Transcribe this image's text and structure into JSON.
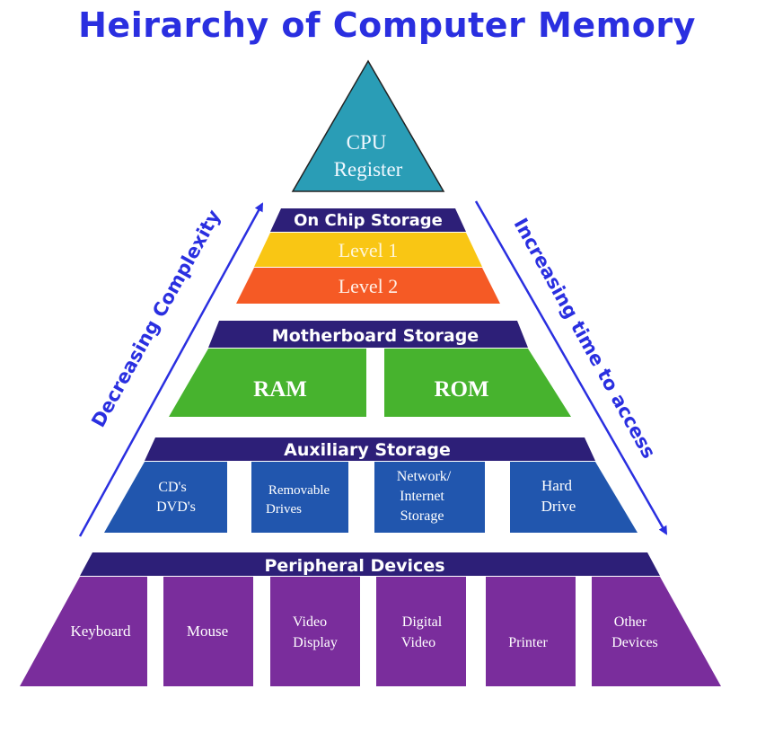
{
  "title": "Heirarchy of Computer Memory",
  "colors": {
    "title": "#2a2fe0",
    "header": "#2d1f78",
    "cpu": "#2a9db6",
    "level1": "#f9c614",
    "level2": "#f55a25",
    "motherboard": "#47b32e",
    "auxiliary": "#2156ae",
    "peripheral": "#7a2d9c",
    "arrow": "#2a2fe0"
  },
  "cpu": {
    "line1": "CPU",
    "line2": "Register"
  },
  "on_chip": {
    "header": "On Chip Storage",
    "level1": "Level 1",
    "level2": "Level 2"
  },
  "motherboard": {
    "header": "Motherboard Storage",
    "ram": "RAM",
    "rom": "ROM"
  },
  "auxiliary": {
    "header": "Auxiliary Storage",
    "items": [
      {
        "l1": "CD's",
        "l2": "DVD's"
      },
      {
        "l1": "Removable",
        "l2": "Drives"
      },
      {
        "l1": "Network/",
        "l2": "Internet",
        "l3": "Storage"
      },
      {
        "l1": "Hard",
        "l2": "Drive"
      }
    ]
  },
  "peripheral": {
    "header": "Peripheral Devices",
    "items": [
      {
        "l1": "Keyboard"
      },
      {
        "l1": "Mouse"
      },
      {
        "l1": "Video",
        "l2": "Display"
      },
      {
        "l1": "Digital",
        "l2": "Video"
      },
      {
        "l1": "Printer"
      },
      {
        "l1": "Other",
        "l2": "Devices"
      }
    ]
  },
  "left_arrow_label": "Decreasing Complexity",
  "right_arrow_label": "Increasing time to access"
}
